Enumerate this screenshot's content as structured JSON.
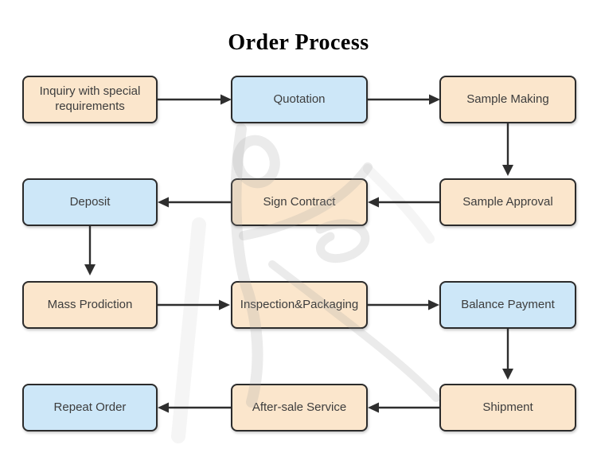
{
  "title": "Order Process",
  "colors": {
    "peach": "#fbe6cc",
    "blue": "#cde7f8",
    "border": "#2b2b2b",
    "arrow": "#2e2e2e",
    "text": "#3d3d3d",
    "title": "#000000",
    "watermark": "#9a9a9a"
  },
  "nodes": [
    {
      "label": "Inquiry with special requirements",
      "fill": "peach"
    },
    {
      "label": "Quotation",
      "fill": "blue"
    },
    {
      "label": "Sample Making",
      "fill": "peach"
    },
    {
      "label": "Sample Approval",
      "fill": "peach"
    },
    {
      "label": "Sign Contract",
      "fill": "peach"
    },
    {
      "label": "Deposit",
      "fill": "blue"
    },
    {
      "label": "Mass Prodiction",
      "fill": "peach"
    },
    {
      "label": "Inspection&Packaging",
      "fill": "peach"
    },
    {
      "label": "Balance Payment",
      "fill": "blue"
    },
    {
      "label": "Shipment",
      "fill": "peach"
    },
    {
      "label": "After-sale Service",
      "fill": "peach"
    },
    {
      "label": "Repeat Order",
      "fill": "blue"
    }
  ],
  "edges": [
    {
      "from": "Inquiry with special requirements",
      "to": "Quotation"
    },
    {
      "from": "Quotation",
      "to": "Sample Making"
    },
    {
      "from": "Sample Making",
      "to": "Sample Approval"
    },
    {
      "from": "Sample Approval",
      "to": "Sign Contract"
    },
    {
      "from": "Sign Contract",
      "to": "Deposit"
    },
    {
      "from": "Deposit",
      "to": "Mass Prodiction"
    },
    {
      "from": "Mass Prodiction",
      "to": "Inspection&Packaging"
    },
    {
      "from": "Inspection&Packaging",
      "to": "Balance Payment"
    },
    {
      "from": "Balance Payment",
      "to": "Shipment"
    },
    {
      "from": "Shipment",
      "to": "After-sale Service"
    },
    {
      "from": "After-sale Service",
      "to": "Repeat Order"
    }
  ]
}
